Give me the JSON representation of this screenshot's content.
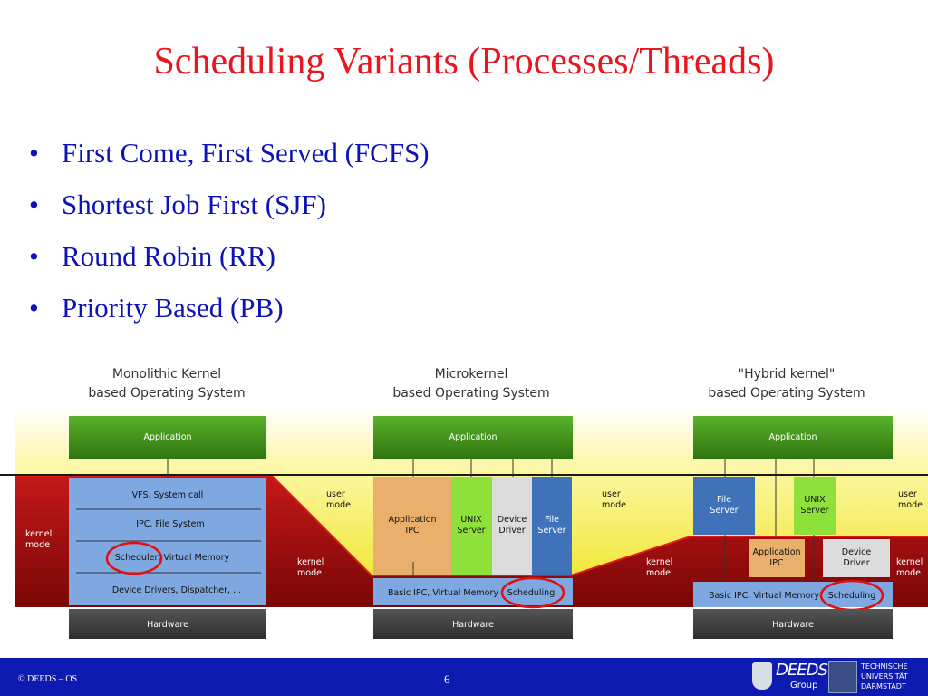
{
  "slide": {
    "title": "Scheduling Variants (Processes/Threads)",
    "bullets": [
      "First Come, First Served (FCFS)",
      "Shortest Job First (SJF)",
      "Round Robin (RR)",
      "Priority Based (PB)"
    ],
    "bullet_symbol": "•"
  },
  "diagram": {
    "mono": {
      "heading_line1": "Monolithic Kernel",
      "heading_line2": "based Operating System",
      "application": "Application",
      "layers": [
        "VFS, System call",
        "IPC, File System",
        "Scheduler, Virtual Memory",
        "Device Drivers, Dispatcher, ..."
      ],
      "hardware": "Hardware",
      "kernel_mode_line1": "kernel",
      "kernel_mode_line2": "mode"
    },
    "micro": {
      "heading_line1": "Microkernel",
      "heading_line2": "based Operating System",
      "application": "Application",
      "servers": [
        {
          "line1": "Application",
          "line2": "IPC"
        },
        {
          "line1": "UNIX",
          "line2": "Server"
        },
        {
          "line1": "Device",
          "line2": "Driver"
        },
        {
          "line1": "File",
          "line2": "Server"
        }
      ],
      "basic_ipc": "Basic IPC, Virtual Memory",
      "scheduling": "Scheduling",
      "hardware": "Hardware",
      "user_mode_line1": "user",
      "user_mode_line2": "mode",
      "kernel_mode_line1": "kernel",
      "kernel_mode_line2": "mode"
    },
    "hybrid": {
      "heading_line1": "\"Hybrid kernel\"",
      "heading_line2": "based Operating System",
      "application": "Application",
      "file_server_line1": "File",
      "file_server_line2": "Server",
      "unix_server_line1": "UNIX",
      "unix_server_line2": "Server",
      "app_ipc_line1": "Application",
      "app_ipc_line2": "IPC",
      "device_driver_line1": "Device",
      "device_driver_line2": "Driver",
      "basic_ipc": "Basic IPC, Virtual Memory",
      "scheduling": "Scheduling",
      "hardware": "Hardware",
      "user_mode_line1": "user",
      "user_mode_line2": "mode",
      "kernel_mode_line1": "kernel",
      "kernel_mode_line2": "mode"
    },
    "colors": {
      "app_green": "#4a9a1c",
      "layer_blue": "#7fa8e0",
      "hardware_dark": "#444444",
      "kernel_red": "#b01414",
      "user_yellow": "#f2ec3c",
      "highlight_red": "#e01010"
    }
  },
  "footer": {
    "copyright": "© DEEDS – OS",
    "page_number": "6",
    "deeds_logo": "DEEDS",
    "deeds_group": "Group",
    "tu_line1": "TECHNISCHE",
    "tu_line2": "UNIVERSITÄT",
    "tu_line3": "DARMSTADT"
  }
}
